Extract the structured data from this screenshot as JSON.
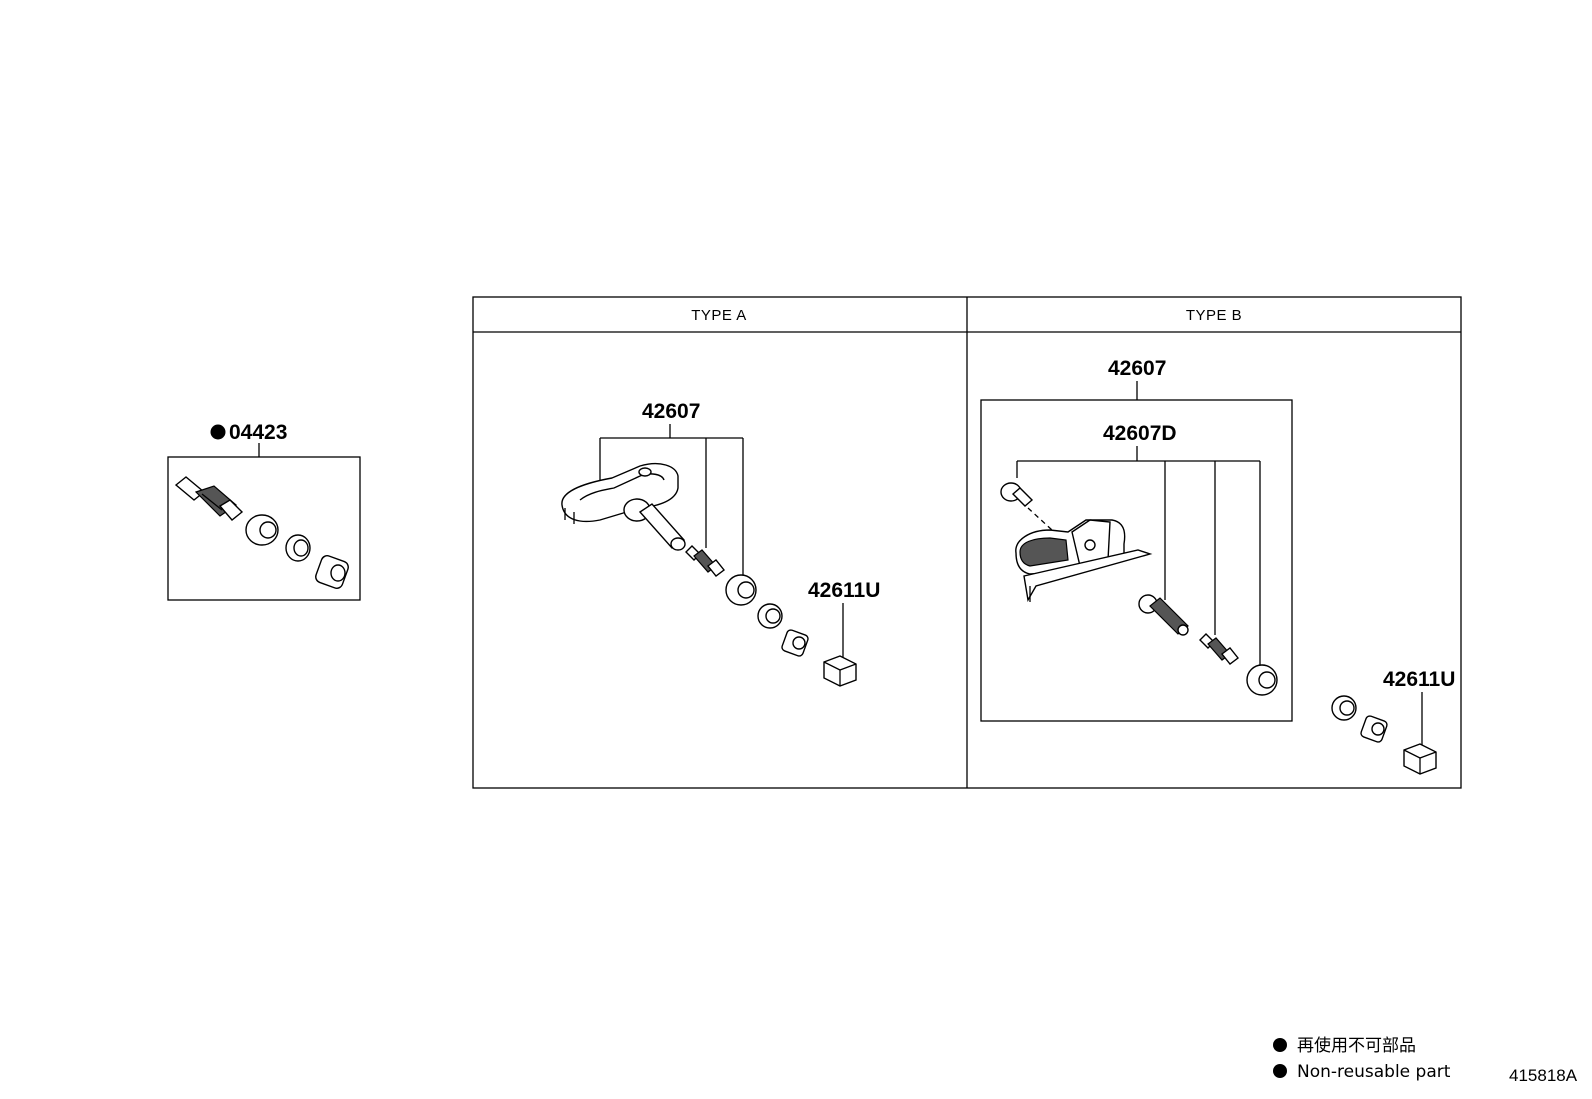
{
  "parts": {
    "valve_kit": "04423",
    "sensor_a": "42607",
    "cap_a": "42611U",
    "sensor_b": "42607",
    "sensor_body_b": "42607D",
    "cap_b": "42611U"
  },
  "sections": {
    "type_a": "TYPE A",
    "type_b": "TYPE B"
  },
  "legend": {
    "japanese": "再使用不可部品",
    "english": "Non-reusable part"
  },
  "figure_id": "415818A"
}
